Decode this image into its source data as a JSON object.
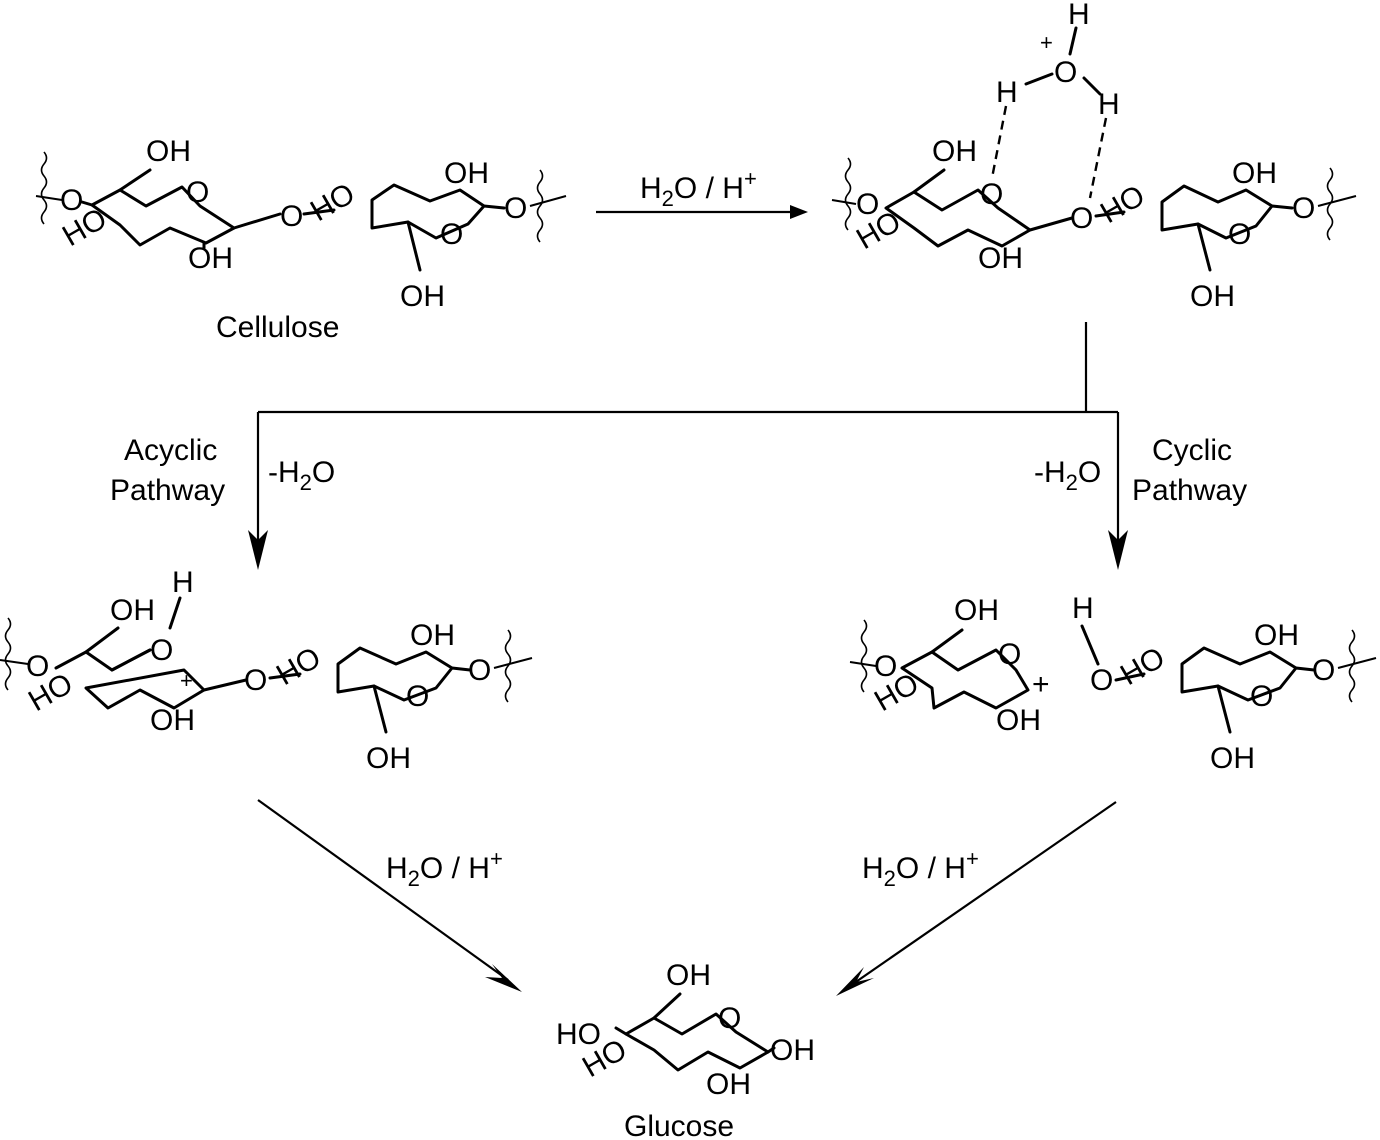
{
  "molecules": {
    "cellulose": {
      "name": "Cellulose",
      "atoms": {
        "oh_top": "OH",
        "o_ring1": "O",
        "ho_left": "HO",
        "oh_bottom": "OH",
        "o_bridge": "O",
        "ho_ring2": "HO",
        "oh_top2": "OH",
        "o_ring2": "O",
        "o_right": "O",
        "oh_ch2": "OH",
        "o_left": "O"
      }
    },
    "protonated": {
      "atoms": {
        "h_top": "H",
        "plus": "+",
        "o_hydronium": "O",
        "h_left": "H",
        "h_right": "H",
        "oh_top": "OH",
        "o_ring1": "O",
        "o_bridge": "O",
        "ho_left": "HO",
        "oh_bottom": "OH",
        "ho_ring2": "HO",
        "oh_top2": "OH",
        "o_ring2": "O",
        "o_right": "O",
        "oh_ch2": "OH",
        "o_left": "O"
      }
    },
    "acyclic": {
      "atoms": {
        "h": "H",
        "oh_top": "OH",
        "o_ring": "O",
        "plus": "+",
        "o_bridge": "O",
        "o_left": "O",
        "ho_left": "HO",
        "oh_bottom": "OH",
        "ho_ring2": "HO",
        "oh_top2": "OH",
        "o_ring2": "O",
        "o_right": "O",
        "oh_ch2": "OH"
      }
    },
    "cyclic": {
      "atoms": {
        "oh_top": "OH",
        "o_ring": "O",
        "plus": "+",
        "o_left": "O",
        "ho_left": "HO",
        "oh_bottom": "OH",
        "h": "H",
        "o_free": "O",
        "ho_ring2": "HO",
        "oh_top2": "OH",
        "o_ring2": "O",
        "o_right": "O",
        "oh_ch2": "OH"
      }
    },
    "glucose": {
      "name": "Glucose",
      "atoms": {
        "oh_top": "OH",
        "o_ring": "O",
        "ho_ring": "HO",
        "ho_left": "HO",
        "oh_right": "OH",
        "oh_bottom": "OH"
      }
    }
  },
  "reagents": {
    "top": {
      "h": "H",
      "sub2": "2",
      "rest": "O / H",
      "plus": "+"
    },
    "left_bottom": {
      "h": "H",
      "sub2": "2",
      "rest": "O / H",
      "plus": "+"
    },
    "right_bottom": {
      "h": "H",
      "sub2": "2",
      "rest": "O / H",
      "plus": "+"
    }
  },
  "pathways": {
    "acyclic": {
      "line1": "Acyclic",
      "line2": "Pathway",
      "minus_h": "-H",
      "sub2": "2",
      "o": "O"
    },
    "cyclic": {
      "line1": "Cyclic",
      "line2": "Pathway",
      "minus_h": "-H",
      "sub2": "2",
      "o": "O"
    }
  }
}
